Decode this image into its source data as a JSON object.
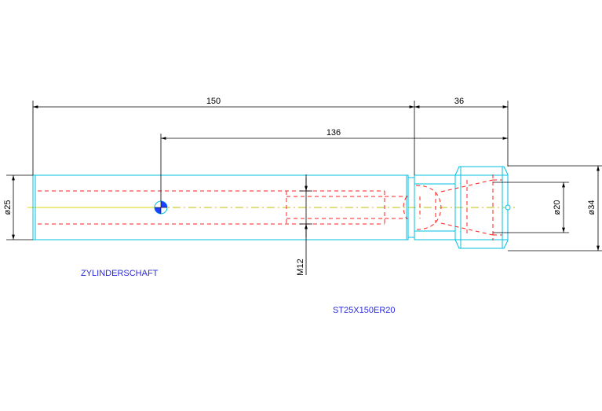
{
  "dimensions": {
    "total_length": "150",
    "head_length": "36",
    "center_length": "136",
    "shaft_diameter": "ø25",
    "nose_diameter": "ø20",
    "head_diameter": "ø34",
    "thread": "M12"
  },
  "labels": {
    "part_type": "ZYLINDERSCHAFT",
    "part_number": "ST25X150ER20"
  },
  "colors": {
    "outline": "#00c0e0",
    "hidden": "#ff2020",
    "centerline": "#d8d800",
    "dimension": "#000000",
    "text_label": "#2a2ae0"
  }
}
